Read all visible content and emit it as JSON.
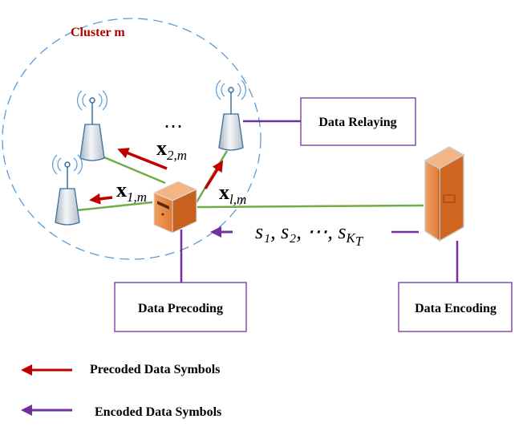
{
  "cluster_label": "Cluster m",
  "boxes": {
    "relaying": "Data Relaying",
    "precoding": "Data Precoding",
    "encoding": "Data Encoding"
  },
  "symbols": {
    "x1": "x",
    "x1_sub": "1,m",
    "x2": "x",
    "x2_sub": "2,m",
    "xl": "x",
    "xl_sub": "l,m",
    "dots": "⋯",
    "s_seq": "s₁, s₂, ⋯, s",
    "s_last_sub": "K",
    "s_last_subsub": "T"
  },
  "legend": {
    "precoded": "Precoded Data Symbols",
    "encoded": "Encoded Data Symbols"
  },
  "colors": {
    "cluster": "#b00000",
    "red_arrow": "#c00000",
    "purple": "#7030a0",
    "green": "#70ad47",
    "dashed": "#5b9bd5",
    "server": "#e07b35"
  }
}
